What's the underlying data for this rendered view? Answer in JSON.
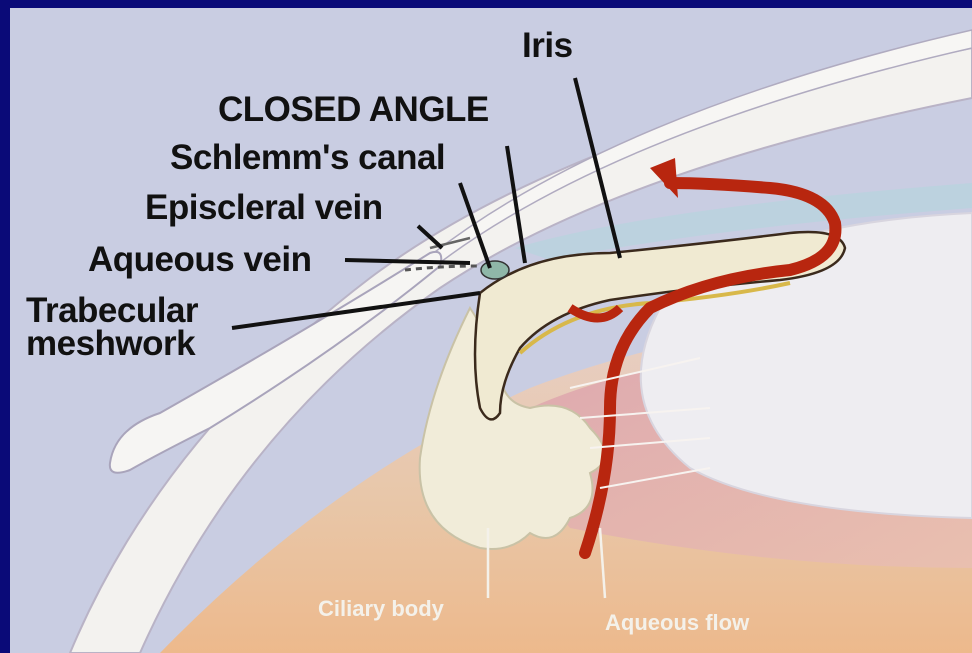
{
  "labels": {
    "iris": "Iris",
    "closed_angle": "CLOSED ANGLE",
    "schlemms_canal": "Schlemm's canal",
    "episcleral_vein": "Episcleral vein",
    "aqueous_vein": "Aqueous vein",
    "trabecular_line1": "Trabecular",
    "trabecular_line2": "meshwork",
    "ciliary_body": "Ciliary body",
    "aqueous_flow": "Aqueous flow"
  },
  "colors": {
    "frame": "#0a0a78",
    "background": "#c9cde2",
    "sclera": "#f3f2ef",
    "lens": "#eeedf1",
    "iris": "#f0ead2",
    "aqueous_flow_arrow": "#b8260f"
  }
}
